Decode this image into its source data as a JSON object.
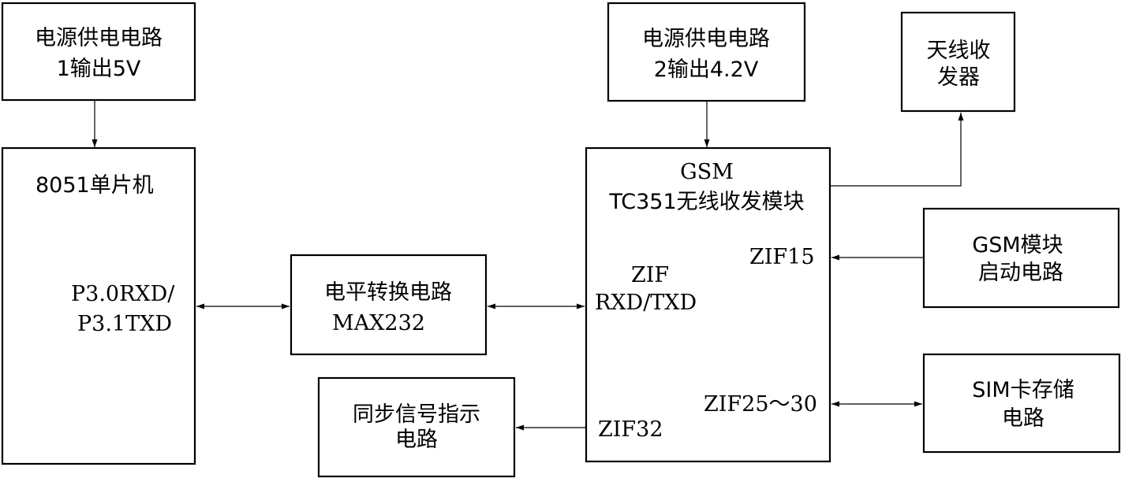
{
  "blocks": {
    "power1": {
      "line1": "电源供电电路",
      "line2": "1输出5V"
    },
    "mcu": {
      "title": "8051单片机",
      "port1": "P3.0RXD/",
      "port2": "P3.1TXD"
    },
    "level_shifter": {
      "line1": "电平转换电路",
      "line2": "MAX232"
    },
    "sync_indicator": {
      "line1": "同步信号指示",
      "line2": "电路"
    },
    "power2": {
      "line1": "电源供电电路",
      "line2": "2输出4.2V"
    },
    "antenna": {
      "line1": "天线收",
      "line2": "发器"
    },
    "gsm": {
      "line1": "GSM",
      "line2": "TC351无线收发模块",
      "zif_label": "ZIF",
      "rxd_txd": "RXD/TXD",
      "zif15": "ZIF15",
      "zif25_30": "ZIF25～30",
      "zif32": "ZIF32"
    },
    "gsm_start": {
      "line1": "GSM模块",
      "line2": "启动电路"
    },
    "sim": {
      "line1": "SIM卡存储",
      "line2": "电路"
    }
  }
}
